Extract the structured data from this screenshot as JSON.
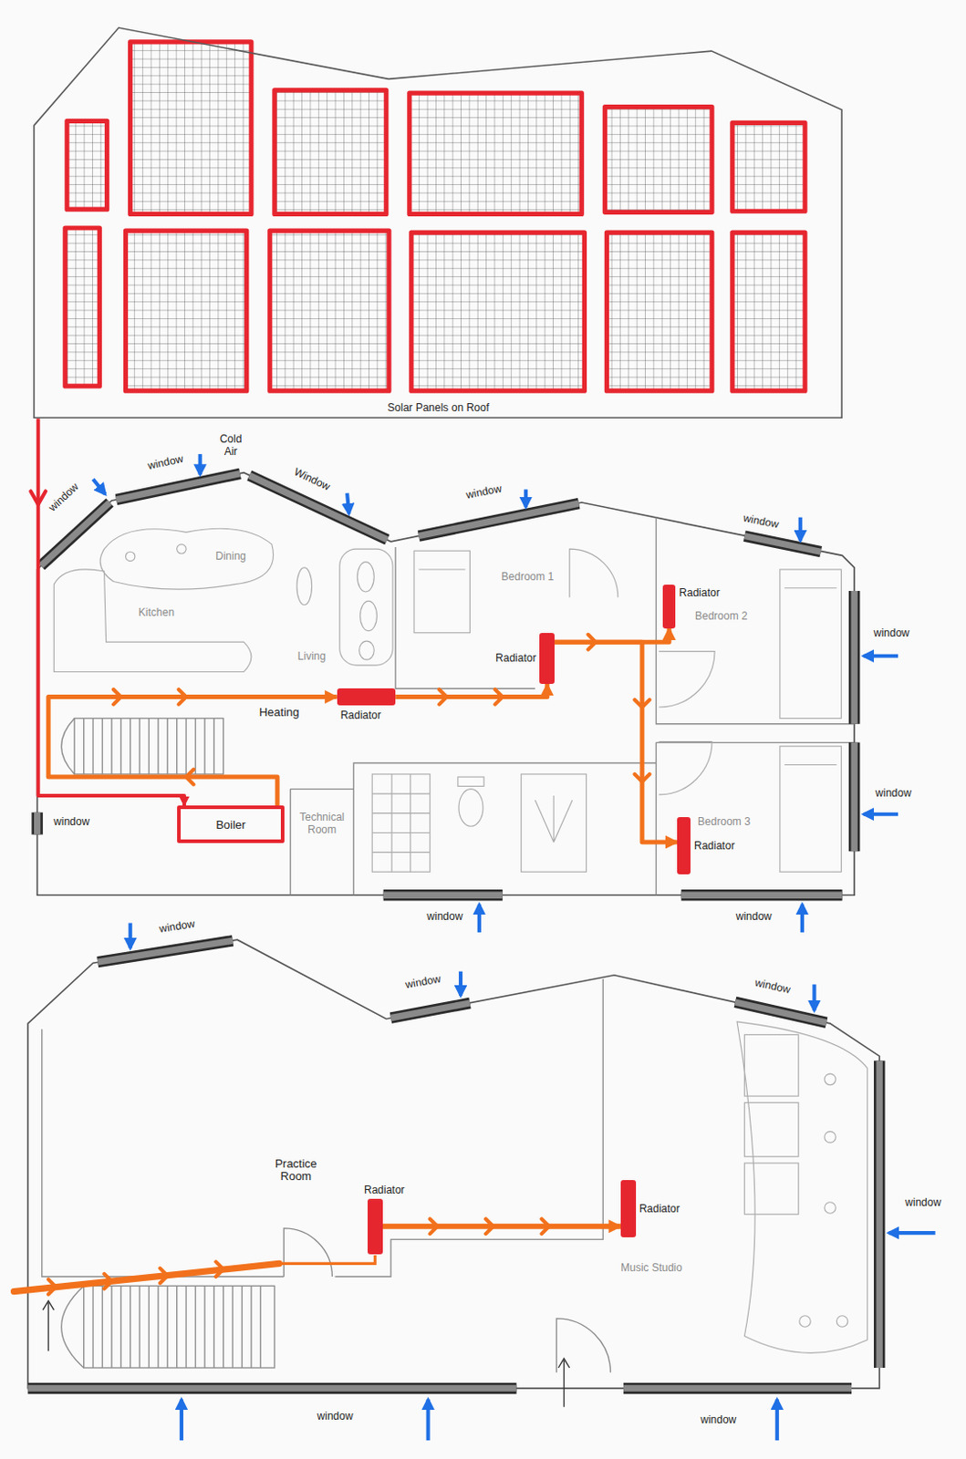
{
  "diagram": {
    "nodes": [
      {
        "text": [
          "Solar Panels on Roof"
        ]
      },
      {
        "text": [
          "Boiler"
        ]
      },
      {
        "text": [
          "Radiator"
        ]
      },
      {
        "text": [
          "Radiator"
        ]
      },
      {
        "text": [
          "Radiator"
        ]
      },
      {
        "text": [
          "Radiator"
        ]
      },
      {
        "text": [
          "Radiator"
        ]
      },
      {
        "text": [
          "Radiator"
        ]
      }
    ],
    "edges": [
      {
        "from": 0,
        "to": 1,
        "arrow": "to"
      },
      {
        "from": 1,
        "to": 2,
        "label": "Heating",
        "arrow": "to"
      },
      {
        "from": 2,
        "to": 3,
        "arrow": "to"
      },
      {
        "from": 3,
        "to": 4,
        "arrow": "to"
      },
      {
        "from": 3,
        "to": 5,
        "arrow": "to"
      },
      {
        "from": 6,
        "to": 7,
        "arrow": "to"
      }
    ],
    "labels": [
      "window",
      "window",
      "Cold Air",
      "Window",
      "window",
      "Dining",
      "Kitchen",
      "Bedroom 1",
      "window",
      "Bedroom 2",
      "window",
      "Living",
      "window",
      "Bedroom 3",
      "window",
      "Technical Room",
      "window",
      "window",
      "window",
      "window",
      "window",
      "Practice Room",
      "window",
      "Music Studio",
      "window",
      "window"
    ]
  }
}
